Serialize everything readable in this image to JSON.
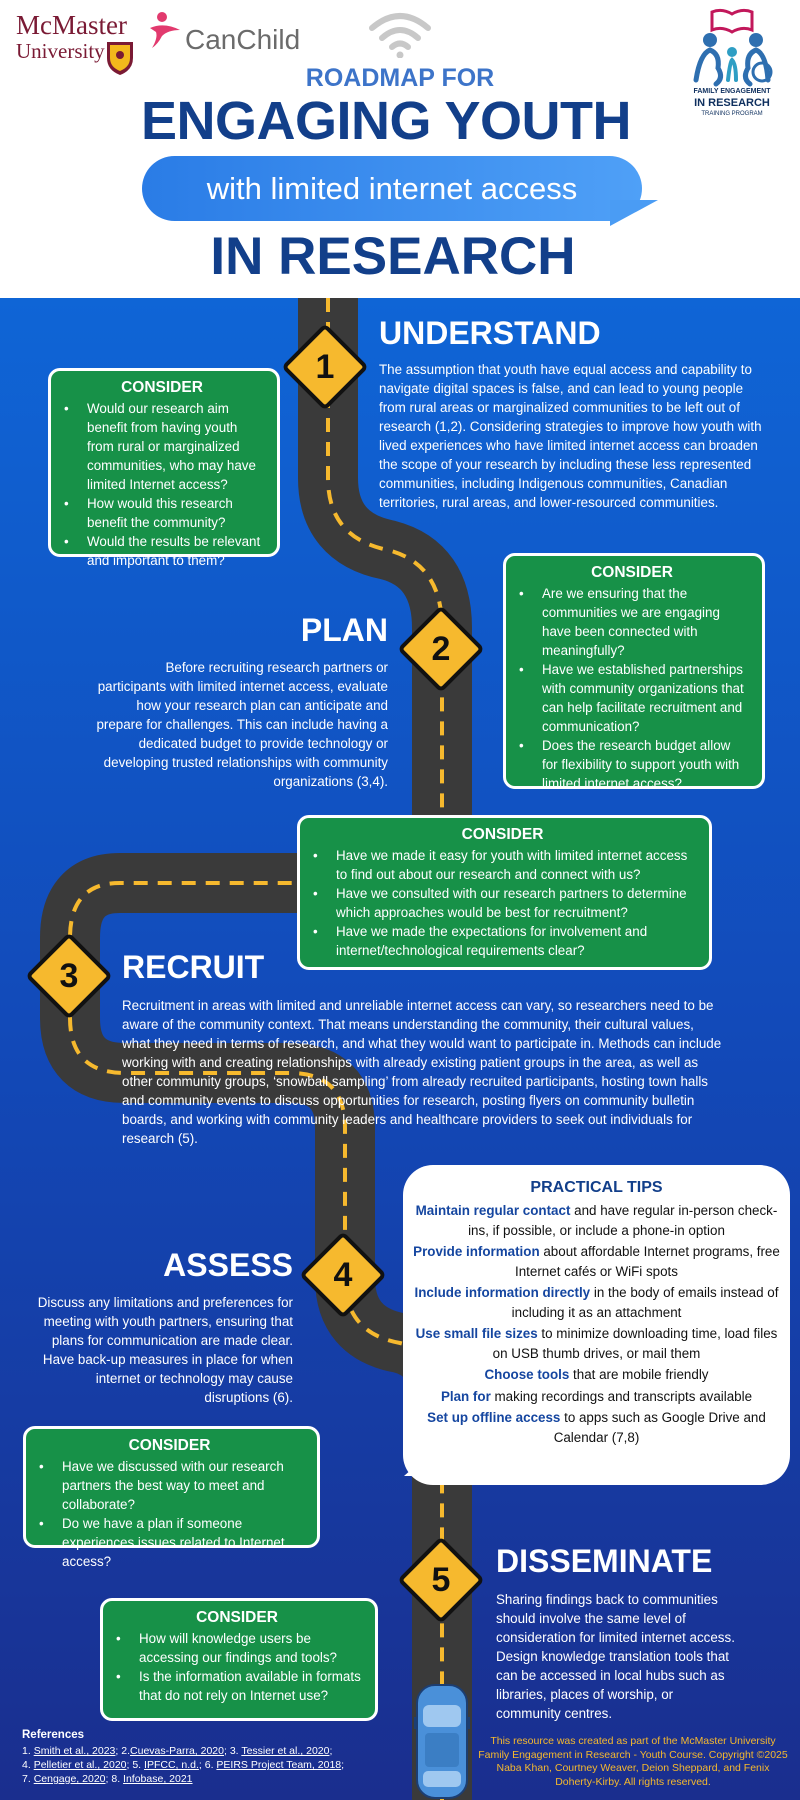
{
  "logos": {
    "mcmaster_line1": "McMaster",
    "mcmaster_line2": "University",
    "canchild": "CanChild",
    "feir_line1": "FAMILY ENGAGEMENT",
    "feir_line2": "IN RESEARCH",
    "feir_line3": "TRAINING PROGRAM"
  },
  "header": {
    "line1": "ROADMAP FOR",
    "line2": "ENGAGING YOUTH",
    "bubble": "with limited internet access",
    "line3": "IN RESEARCH"
  },
  "consider_title": "CONSIDER",
  "sections": [
    {
      "number": "1",
      "title": "UNDERSTAND",
      "text": "The assumption that youth have equal access and capability to navigate digital spaces is false, and can lead to young people from rural areas or marginalized communities to be left out of research (1,2). Considering strategies to improve how youth with lived experiences who have limited internet access can broaden the scope of your research by including these less represented communities, including Indigenous communities, Canadian territories, rural areas, and lower-resourced communities.",
      "consider": [
        "Would our research aim benefit from having youth from rural or marginalized communities, who may have limited Internet access?",
        "How would this research benefit the community?",
        "Would the results be relevant and important to them?"
      ]
    },
    {
      "number": "2",
      "title": "PLAN",
      "text": "Before recruiting research partners or participants with limited internet access, evaluate how your research plan can anticipate and prepare for challenges. This can include having a dedicated budget to provide technology or developing trusted relationships with community organizations (3,4).",
      "consider": [
        "Are we ensuring that the communities we are engaging have been connected with meaningfully?",
        "Have we established partnerships with community organizations that can help facilitate recruitment and communication?",
        "Does the research budget allow for flexibility to support youth with limited internet access?"
      ]
    },
    {
      "number": "3",
      "title": "RECRUIT",
      "text": "Recruitment in areas with limited and unreliable internet access can vary, so researchers need to be aware of the community context. That means understanding the community, their cultural values, what they need in terms of research, and what they would want to participate in. Methods can include working with and creating relationships with already existing patient groups in the area, as well as other community groups, ‘snowball sampling’ from already recruited participants, hosting town halls and community events to discuss opportunities for research, posting flyers on community bulletin boards, and working with community leaders and healthcare providers to seek out individuals for research (5).",
      "consider": [
        "Have we made it easy for youth with limited internet access to find out about our research and connect with us?",
        "Have we consulted with our research partners to determine which approaches would be best for recruitment?",
        "Have we made the expectations for involvement and internet/technological requirements clear?"
      ]
    },
    {
      "number": "4",
      "title": "ASSESS",
      "text": "Discuss any limitations and preferences for meeting with youth partners, ensuring that plans for communication are made clear. Have back-up measures in place for when internet or technology may cause disruptions (6).",
      "consider": [
        "Have we discussed with our research partners the best way to meet and collaborate?",
        "Do we have a plan if someone experiences issues related to Internet access?"
      ]
    },
    {
      "number": "5",
      "title": "DISSEMINATE",
      "text": "Sharing findings back to communities should involve the same level of consideration for limited internet access. Design knowledge translation tools that can be accessed in local hubs such as libraries, places of worship, or community centres.",
      "consider": [
        "How will knowledge users be accessing our findings and tools?",
        "Is the information available in formats that do not rely on Internet use?"
      ]
    }
  ],
  "tips": {
    "title": "PRACTICAL TIPS",
    "items": [
      {
        "bold": "Maintain regular contact",
        "rest": " and have regular in-person check-ins, if possible, or include a phone-in option"
      },
      {
        "bold": "Provide information",
        "rest": " about affordable Internet programs, free Internet cafés or WiFi spots"
      },
      {
        "bold": "Include information directly",
        "rest": " in the body of emails instead of including it as an attachment"
      },
      {
        "bold": "Use small file sizes",
        "rest": " to minimize downloading time, load files on USB thumb drives, or mail them"
      },
      {
        "bold": "Choose tools",
        "rest": " that are mobile friendly"
      },
      {
        "bold": "Plan for",
        "rest": " making recordings and transcripts available"
      },
      {
        "bold": "Set up offline access",
        "rest": " to apps such as Google Drive and Calendar (7,8)"
      }
    ]
  },
  "references": {
    "title": "References",
    "items": [
      {
        "num": "1.",
        "text": "Smith et al., 2023",
        "sep": ";"
      },
      {
        "num": "2.",
        "text": "Cuevas-Parra, 2020",
        "sep": ";"
      },
      {
        "num": "3.",
        "text": "Tessier et al., 2020",
        "sep": ";"
      },
      {
        "num": "4.",
        "text": "Pelletier et al., 2020",
        "sep": ";"
      },
      {
        "num": "5.",
        "text": "IPFCC, n.d.",
        "sep": ";"
      },
      {
        "num": "6.",
        "text": "PEIRS Project Team, 2018",
        "sep": ";"
      },
      {
        "num": "7.",
        "text": "Cengage, 2020",
        "sep": ";"
      },
      {
        "num": "8.",
        "text": "Infobase, 2021",
        "sep": ""
      }
    ]
  },
  "credit": "This resource was created as part of the McMaster University Family Engagement in Research - Youth Course. Copyright ©2025 Naba Khan, Courtney Weaver, Deion Sheppard, and Fenix Doherty-Kirby. All rights reserved.",
  "colors": {
    "navy": "#123f8a",
    "green": "#179148",
    "yellow": "#f6b92e",
    "road": "#3a3a3a"
  }
}
